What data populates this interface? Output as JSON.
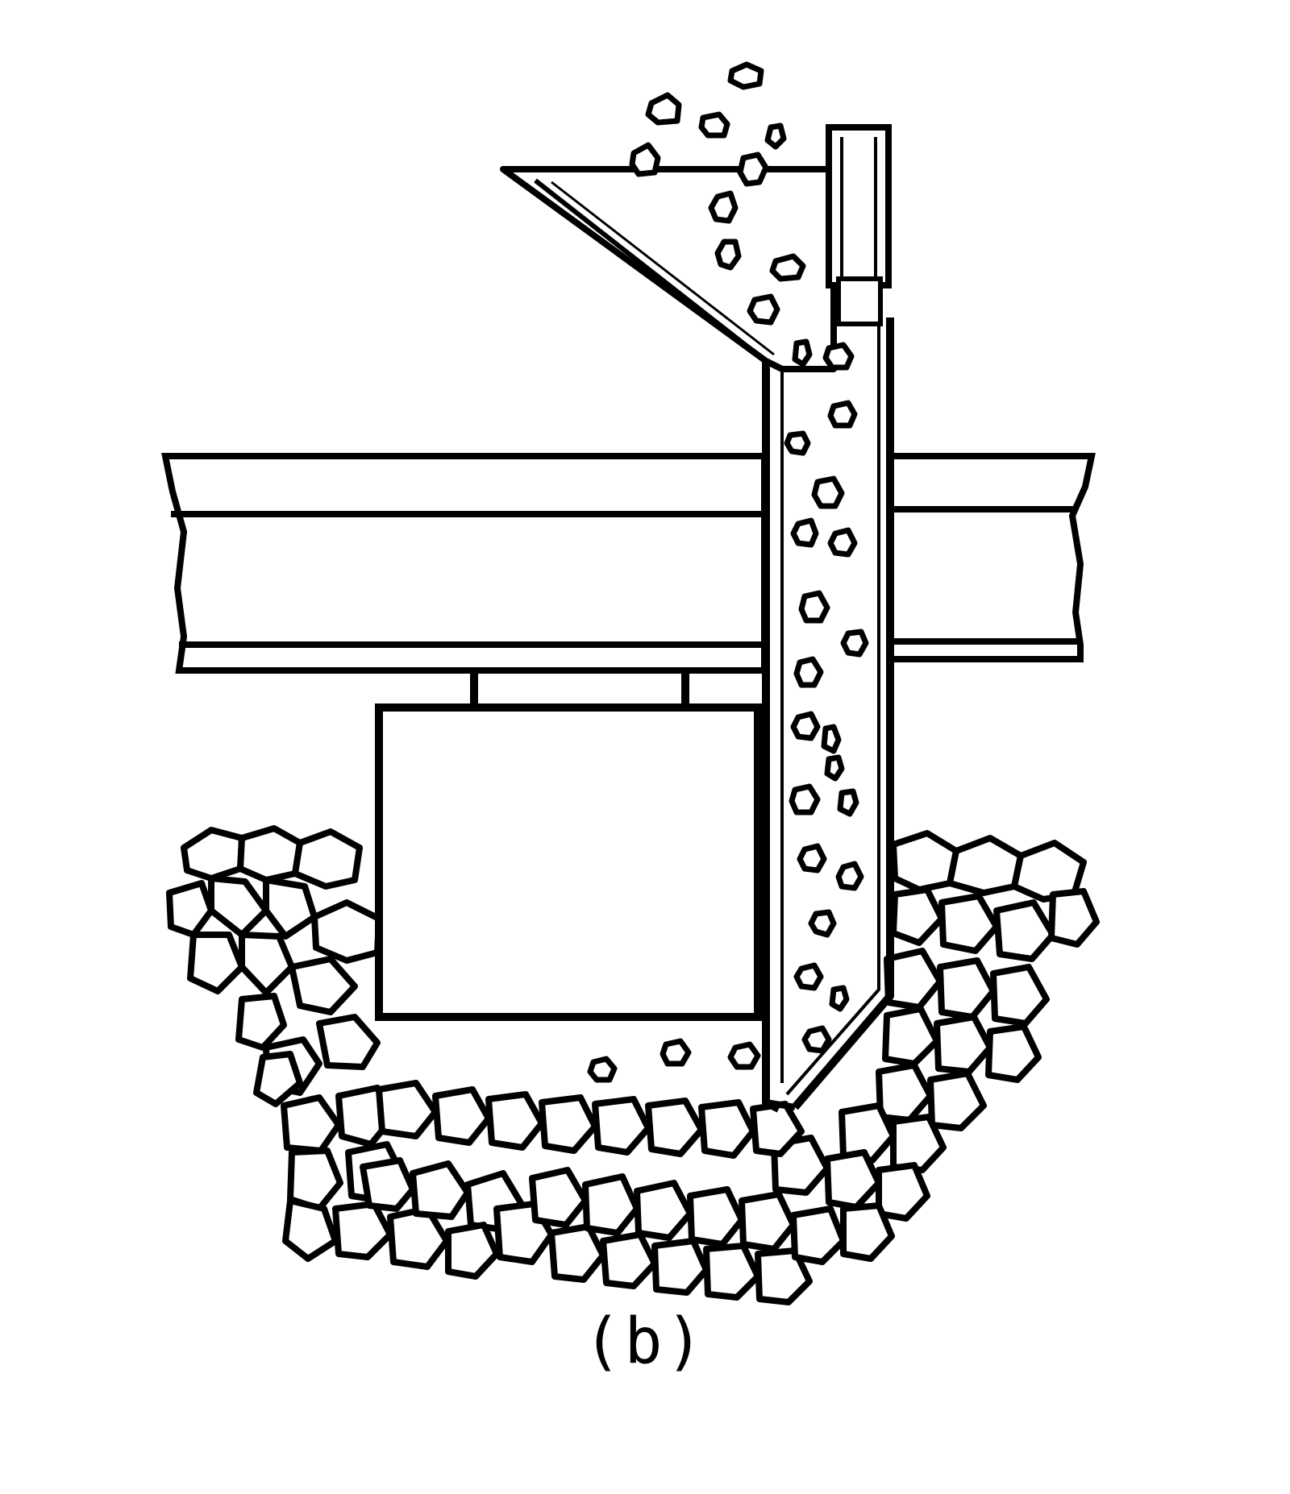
{
  "figure": {
    "caption": "(b)"
  },
  "colors": {
    "ink": "#000000",
    "paper": "#ffffff"
  },
  "elements": [
    "hopper",
    "feed-pipe",
    "tremie-pipe",
    "beam",
    "formwork-box",
    "rubble-foundation",
    "concrete-aggregate"
  ]
}
